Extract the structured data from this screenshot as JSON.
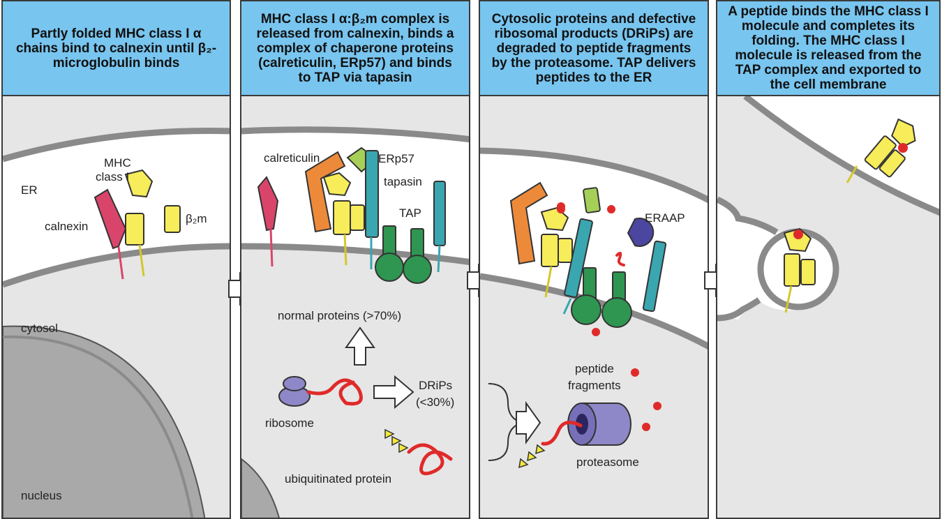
{
  "panels": [
    {
      "header": "Partly folded MHC class I α chains bind to calnexin until β₂-microglobulin binds",
      "labels": {
        "er": "ER",
        "mhc_line1": "MHC",
        "mhc_line2": "class I",
        "calnexin": "calnexin",
        "b2m": "β₂m",
        "cytosol": "cytosol",
        "nucleus": "nucleus"
      }
    },
    {
      "header": "MHC class I α:β₂m complex is released from calnexin, binds a complex of chaperone proteins (calreticulin, ERp57) and binds to TAP via tapasin",
      "labels": {
        "calreticulin": "calreticulin",
        "erp57": "ERp57",
        "tapasin": "tapasin",
        "tap": "TAP",
        "normal_proteins": "normal proteins (>70%)",
        "drips_line1": "DRiPs",
        "drips_line2": "(<30%)",
        "ribosome": "ribosome",
        "ubiquitinated": "ubiquitinated protein"
      }
    },
    {
      "header": "Cytosolic proteins and defective ribosomal products (DRiPs) are degraded to peptide fragments by the proteasome. TAP delivers peptides to the ER",
      "labels": {
        "eraap": "ERAAP",
        "peptide_line1": "peptide",
        "peptide_line2": "fragments",
        "proteasome": "proteasome"
      }
    },
    {
      "header": "A peptide binds the MHC class I molecule and completes its folding. The MHC class I molecule is released from the TAP complex and exported to the cell membrane",
      "labels": {}
    }
  ],
  "colors": {
    "header_bg": "#78c5ef",
    "cytosol": "#e6e6e6",
    "er_lumen": "#ffffff",
    "membrane": "#8a8a8a",
    "nucleus": "#a9a9a9",
    "mhc": "#f7ec5a",
    "calnexin": "#d9456a",
    "calreticulin": "#ec8a3a",
    "erp57": "#a6cf57",
    "tapasin": "#3aa6b0",
    "tap": "#2e9650",
    "eraap": "#4b46a0",
    "ribosome": "#8f88c8",
    "peptide": "#e02a2a",
    "ubiquitin": "#f2e83a"
  }
}
